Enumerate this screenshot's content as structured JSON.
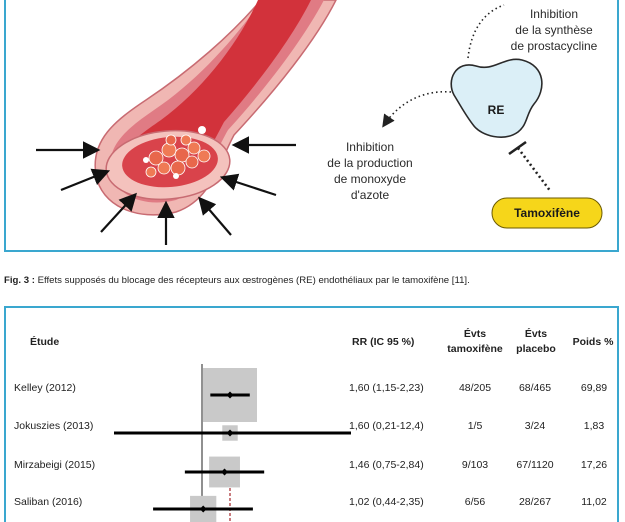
{
  "figure": {
    "label_rect_text": "Inhibition de la synthèse de prostacycline",
    "label_rect_lines": [
      "Inhibition",
      "de la synthèse",
      "de prostacycline"
    ],
    "label_no_lines": [
      "Inhibition",
      "de la production",
      "de monoxyde",
      "d'azote"
    ],
    "re_label": "RE",
    "drug_label": "Tamoxifène"
  },
  "caption": {
    "label": "Fig. 3 :",
    "text": " Effets supposés du blocage des récepteurs aux œstrogènes (RE) endothéliaux par le tamoxifène [11]."
  },
  "table": {
    "headers": {
      "study": "Étude",
      "rr": "RR (IC 95 %)",
      "evts_tam_1": "Évts",
      "evts_tam_2": "tamoxifène",
      "evts_pla_1": "Évts",
      "evts_pla_2": "placebo",
      "weight": "Poids %"
    },
    "rows": [
      {
        "study": "Kelley (2012)",
        "rr": "1,60 (1,15-2,23)",
        "tam": "48/205",
        "pla": "68/465",
        "weight": "69,89",
        "point": 1.6,
        "low": 1.15,
        "high": 2.23
      },
      {
        "study": "Jokuszies (2013)",
        "rr": "1,60 (0,21-12,4)",
        "tam": "1/5",
        "pla": "3/24",
        "weight": "1,83",
        "point": 1.6,
        "low": 0.21,
        "high": 12.4
      },
      {
        "study": "Mirzabeigi (2015)",
        "rr": "1,46 (0,75-2,84)",
        "tam": "9/103",
        "pla": "67/1120",
        "weight": "17,26",
        "point": 1.46,
        "low": 0.75,
        "high": 2.84
      },
      {
        "study": "Saliban (2016)",
        "rr": "1,02 (0,44-2,35)",
        "tam": "6/56",
        "pla": "28/267",
        "weight": "11,02",
        "point": 1.02,
        "low": 0.44,
        "high": 2.35
      }
    ]
  },
  "colors": {
    "frame": "#3aa7cf",
    "vessel_outer": "#e58a8f",
    "vessel_inner": "#d4323b",
    "re_fill": "#dbeff7",
    "drug_fill": "#f6d61a",
    "ref_line": "#a3262a"
  }
}
